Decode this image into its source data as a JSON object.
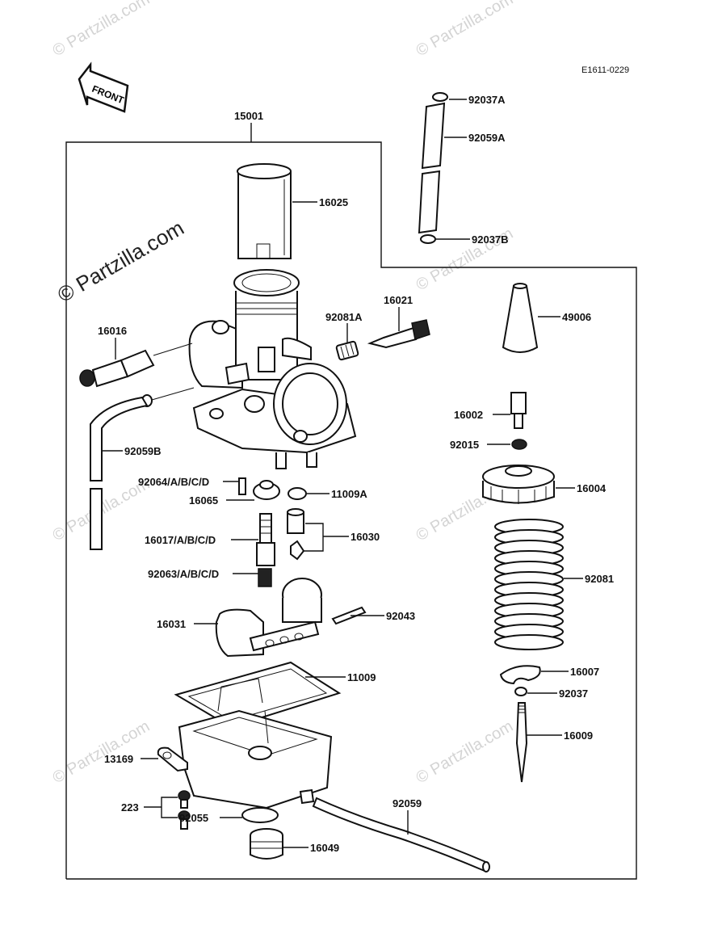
{
  "diagram_code": "E1611-0229",
  "front_label": "FRONT",
  "watermark": "© Partzilla.com",
  "assembly_label": "15001",
  "callouts": {
    "p16025": "16025",
    "p92037A": "92037A",
    "p92059A": "92059A",
    "p92037B": "92037B",
    "p49006": "49006",
    "p16021": "16021",
    "p92081A": "92081A",
    "p16016": "16016",
    "p92059B": "92059B",
    "p16002": "16002",
    "p92015": "92015",
    "p92064": "92064/A/B/C/D",
    "p16065": "16065",
    "p11009A": "11009A",
    "p16004": "16004",
    "p16017": "16017/A/B/C/D",
    "p16030": "16030",
    "p92063": "92063/A/B/C/D",
    "p92081": "92081",
    "p92043": "92043",
    "p16031": "16031",
    "p11009": "11009",
    "p16007": "16007",
    "p92037": "92037",
    "p16009": "16009",
    "p13169": "13169",
    "p223": "223",
    "p92055": "92055",
    "p92059": "92059",
    "p16049": "16049"
  }
}
